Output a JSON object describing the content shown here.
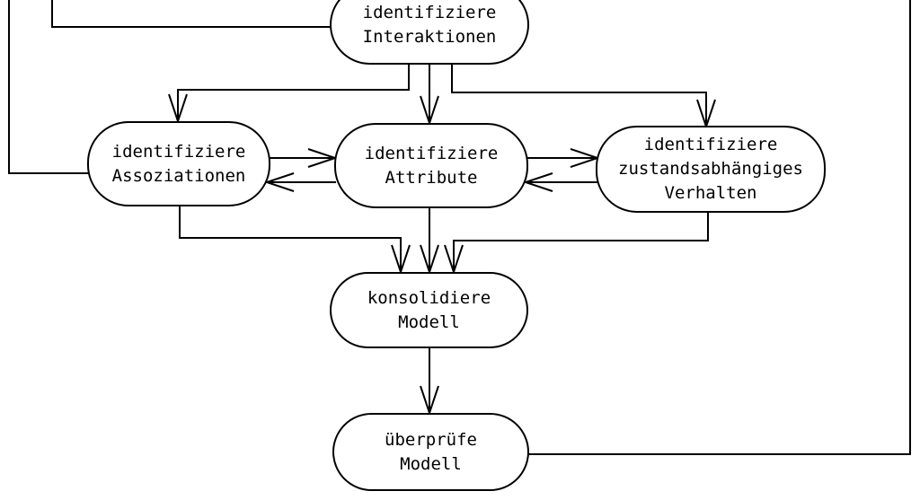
{
  "colors": {
    "line": "#000000",
    "text": "#000000",
    "node_fill": "#ffffff",
    "background": "#ffffff"
  },
  "nodes": {
    "interaktionen": {
      "label": "identifiziere\nInteraktionen"
    },
    "assoziationen": {
      "label": "identifiziere\nAssoziationen"
    },
    "attribute": {
      "label": "identifiziere\nAttribute"
    },
    "verhalten": {
      "label": "identifiziere\nzustandsabhängiges\nVerhalten"
    },
    "konsolidiere": {
      "label": "konsolidiere\nModell"
    },
    "ueberpruefe": {
      "label": "überprüfe\nModell"
    }
  },
  "edges": [
    {
      "from": "offscreen-top",
      "to": "assoziationen",
      "arrowhead": false
    },
    {
      "from": "offscreen-top",
      "to": "interaktionen",
      "arrowhead": false
    },
    {
      "from": "interaktionen",
      "to": "assoziationen",
      "arrowhead": true
    },
    {
      "from": "interaktionen",
      "to": "attribute",
      "arrowhead": true
    },
    {
      "from": "interaktionen",
      "to": "verhalten",
      "arrowhead": true
    },
    {
      "from": "assoziationen",
      "to": "attribute",
      "arrowhead": true
    },
    {
      "from": "attribute",
      "to": "assoziationen",
      "arrowhead": true
    },
    {
      "from": "attribute",
      "to": "verhalten",
      "arrowhead": true
    },
    {
      "from": "verhalten",
      "to": "attribute",
      "arrowhead": true
    },
    {
      "from": "assoziationen",
      "to": "konsolidiere",
      "arrowhead": true
    },
    {
      "from": "attribute",
      "to": "konsolidiere",
      "arrowhead": true
    },
    {
      "from": "verhalten",
      "to": "konsolidiere",
      "arrowhead": true
    },
    {
      "from": "konsolidiere",
      "to": "ueberpruefe",
      "arrowhead": true
    },
    {
      "from": "ueberpruefe",
      "to": "offscreen-top",
      "arrowhead": false
    }
  ]
}
